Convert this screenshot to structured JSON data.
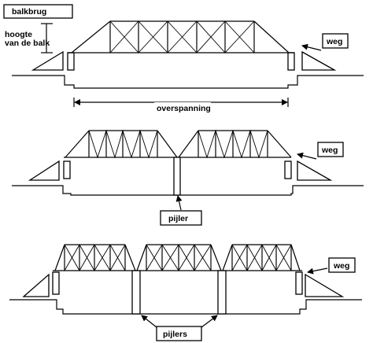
{
  "labels": {
    "balkbrug": "balkbrug",
    "hoogte_line1": "hoogte",
    "hoogte_line2": "van de balk",
    "weg_top": "weg",
    "overspanning": "overspanning",
    "weg_middle": "weg",
    "pijler": "pijler",
    "weg_bottom": "weg",
    "pijlers": "pijlers"
  }
}
